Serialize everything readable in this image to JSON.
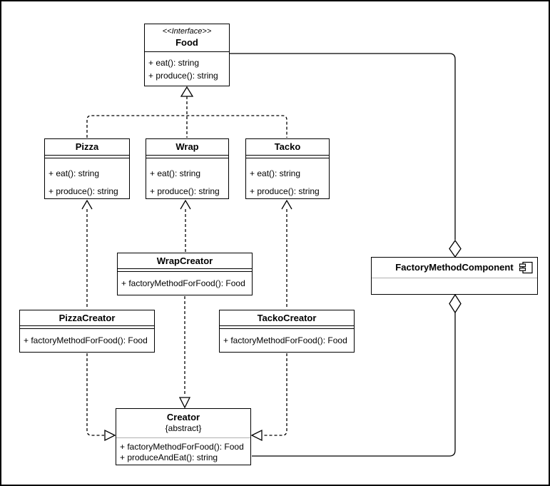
{
  "canvas": {
    "background": "#ffffff",
    "stroke": "#000000",
    "divider": "#b0b0b0"
  },
  "classes": {
    "food": {
      "stereotype": "<<Interface>>",
      "name": "Food",
      "methods": [
        "+ eat(): string",
        "+ produce(): string"
      ]
    },
    "pizza": {
      "name": "Pizza",
      "methods": [
        "+ eat(): string",
        "+ produce(): string"
      ]
    },
    "wrap": {
      "name": "Wrap",
      "methods": [
        "+ eat(): string",
        "+ produce(): string"
      ]
    },
    "tacko": {
      "name": "Tacko",
      "methods": [
        "+ eat(): string",
        "+ produce(): string"
      ]
    },
    "wrap_creator": {
      "name": "WrapCreator",
      "methods": [
        "+ factoryMethodForFood(): Food"
      ]
    },
    "pizza_creator": {
      "name": "PizzaCreator",
      "methods": [
        "+ factoryMethodForFood(): Food"
      ]
    },
    "tacko_creator": {
      "name": "TackoCreator",
      "methods": [
        "+ factoryMethodForFood(): Food"
      ]
    },
    "creator": {
      "name": "Creator",
      "constraint": "{abstract}",
      "methods": [
        "+ factoryMethodForFood(): Food",
        "+ produceAndEat(): string"
      ]
    }
  },
  "component": {
    "name": "FactoryMethodComponent"
  },
  "relationships": [
    {
      "from": "Pizza",
      "to": "Food",
      "type": "realization"
    },
    {
      "from": "Wrap",
      "to": "Food",
      "type": "realization"
    },
    {
      "from": "Tacko",
      "to": "Food",
      "type": "realization"
    },
    {
      "from": "PizzaCreator",
      "to": "Pizza",
      "type": "dependency"
    },
    {
      "from": "WrapCreator",
      "to": "Wrap",
      "type": "dependency"
    },
    {
      "from": "TackoCreator",
      "to": "Tacko",
      "type": "dependency"
    },
    {
      "from": "PizzaCreator",
      "to": "Creator",
      "type": "generalization"
    },
    {
      "from": "WrapCreator",
      "to": "Creator",
      "type": "generalization"
    },
    {
      "from": "TackoCreator",
      "to": "Creator",
      "type": "generalization"
    },
    {
      "from": "FactoryMethodComponent",
      "to": "Food",
      "type": "aggregation"
    },
    {
      "from": "FactoryMethodComponent",
      "to": "Creator",
      "type": "aggregation"
    }
  ]
}
